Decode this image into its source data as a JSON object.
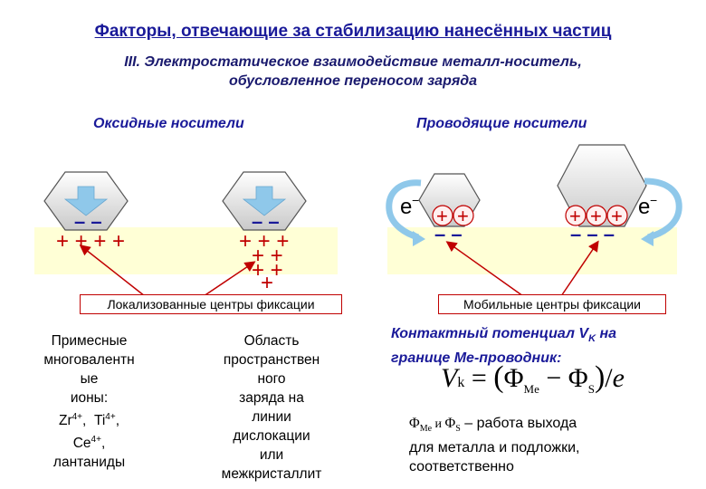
{
  "title": "Факторы, отвечающие за стабилизацию нанесённых частиц",
  "subtitle_line1": "III. Электростатическое взаимодействие металл-носитель,",
  "subtitle_line2": "обусловленное переносом заряда",
  "left_heading": "Оксидные носители",
  "right_heading": "Проводящие носители",
  "box_localized": "Локализованные центры фиксации",
  "box_mobile": "Мобильные центры фиксации",
  "electron": "e",
  "electron_sup": "−",
  "col1": {
    "l1": "Примесные",
    "l2": "многовалентн",
    "l3": "ые",
    "l4": "ионы:",
    "zr": "Zr",
    "zr_sup": "4+",
    "ti": "Ti",
    "ti_sup": "4+",
    "ce": "Ce",
    "ce_sup": "4+",
    "l6": "лантаниды"
  },
  "col2": {
    "l1": "Область",
    "l2": "пространствен",
    "l3": "ного",
    "l4": "заряда на",
    "l5": "линии",
    "l6": "дислокации",
    "l7": "или",
    "l8": "межкристаллит"
  },
  "contact": {
    "line1": "Контактный потенциал V",
    "sub_k": "K",
    "line1_end": " на",
    "line2": "границе Ме-проводник:"
  },
  "formula": {
    "v": "V",
    "k": "k",
    "eq": "=",
    "phi_me": "Φ",
    "me": "Me",
    "minus": "−",
    "phi_s": "Φ",
    "s": "S",
    "div_e": "e"
  },
  "work": {
    "phi": "Φ",
    "me": "Me",
    "and": " и ",
    "s": "S",
    "text": " – работа выхода",
    "line2": "для металла и подложки,",
    "line3": "соответственно"
  },
  "colors": {
    "title": "#1a1a99",
    "substrate": "#ffffd6",
    "plus": "#c00000",
    "minus": "#1a1a99",
    "arrow": "#c00000",
    "blue_arrow": "#8fc8ea",
    "box_border": "#c00000"
  }
}
